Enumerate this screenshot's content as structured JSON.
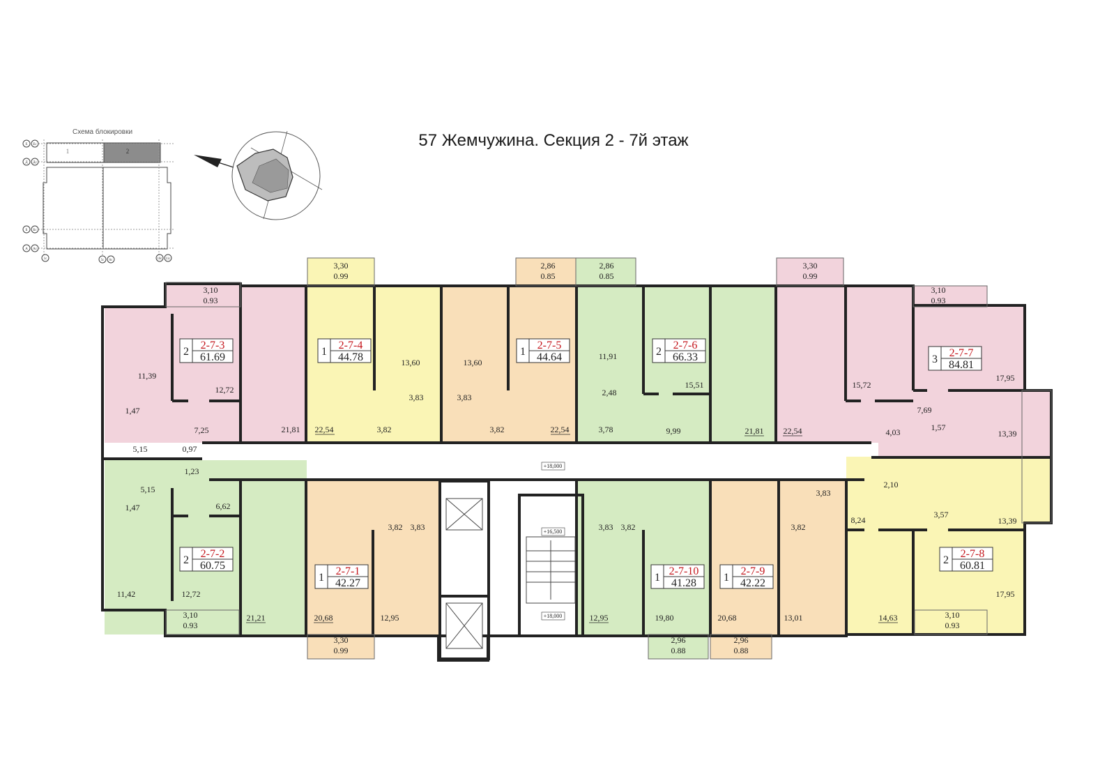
{
  "title": "57 Жемчужина.  Секция 2 - 7й этаж",
  "scheme": {
    "title": "Схема блокировки",
    "sections": [
      "1",
      "2"
    ],
    "row_marks": [
      "Е",
      "Ес",
      "Д",
      "Дс",
      "Б",
      "Бс",
      "А",
      "Ас"
    ],
    "col_marks": [
      "1с",
      "5с",
      "6с",
      "10с",
      "11с"
    ]
  },
  "colors": {
    "pink": "#f2d3dc",
    "yellow": "#faf5b5",
    "orange": "#f9dfb9",
    "green": "#d5ebc2",
    "wall": "#222222",
    "title_red": "#c4161c"
  },
  "elevations": [
    "+18,000",
    "+16,500",
    "+18,000"
  ],
  "apartments": [
    {
      "rooms": "2",
      "id": "2-7-3",
      "area": "61.69",
      "color": "pink"
    },
    {
      "rooms": "1",
      "id": "2-7-4",
      "area": "44.78",
      "color": "yellow"
    },
    {
      "rooms": "1",
      "id": "2-7-5",
      "area": "44.64",
      "color": "orange"
    },
    {
      "rooms": "2",
      "id": "2-7-6",
      "area": "66.33",
      "color": "green"
    },
    {
      "rooms": "3",
      "id": "2-7-7",
      "area": "84.81",
      "color": "pink"
    },
    {
      "rooms": "2",
      "id": "2-7-2",
      "area": "60.75",
      "color": "green"
    },
    {
      "rooms": "1",
      "id": "2-7-1",
      "area": "42.27",
      "color": "orange"
    },
    {
      "rooms": "1",
      "id": "2-7-10",
      "area": "41.28",
      "color": "green"
    },
    {
      "rooms": "1",
      "id": "2-7-9",
      "area": "42.22",
      "color": "orange"
    },
    {
      "rooms": "2",
      "id": "2-7-8",
      "area": "60.81",
      "color": "yellow"
    }
  ],
  "balconies": [
    {
      "area": "3,30",
      "reduced": "0.99"
    },
    {
      "area": "2,86",
      "reduced": "0.85"
    },
    {
      "area": "2,86",
      "reduced": "0.85"
    },
    {
      "area": "3,30",
      "reduced": "0.99"
    },
    {
      "area": "3,10",
      "reduced": "0.93"
    },
    {
      "area": "3,10",
      "reduced": "0.93"
    },
    {
      "area": "3,10",
      "reduced": "0.93"
    },
    {
      "area": "3,30",
      "reduced": "0.99"
    },
    {
      "area": "2,96",
      "reduced": "0.88"
    },
    {
      "area": "2,96",
      "reduced": "0.88"
    },
    {
      "area": "3,10",
      "reduced": "0.93"
    }
  ],
  "room_labels": [
    "11,39",
    "12,72",
    "1,47",
    "7,25",
    "5,15",
    "0,97",
    "21,81",
    "22,54",
    "3,82",
    "13,60",
    "13,60",
    "3,83",
    "3,83",
    "3,82",
    "22,54",
    "11,91",
    "2,48",
    "3,78",
    "9,99",
    "15,51",
    "21,81",
    "22,54",
    "15,72",
    "4,03",
    "7,69",
    "1,57",
    "13,39",
    "17,95",
    "1,23",
    "5,15",
    "1,47",
    "6,62",
    "11,42",
    "12,72",
    "21,21",
    "20,68",
    "12,95",
    "3,82",
    "3,83",
    "3,83",
    "3,82",
    "12,95",
    "19,80",
    "20,68",
    "13,01",
    "3,83",
    "3,82",
    "8,24",
    "2,10",
    "3,57",
    "13,39",
    "14,63",
    "17,95"
  ]
}
